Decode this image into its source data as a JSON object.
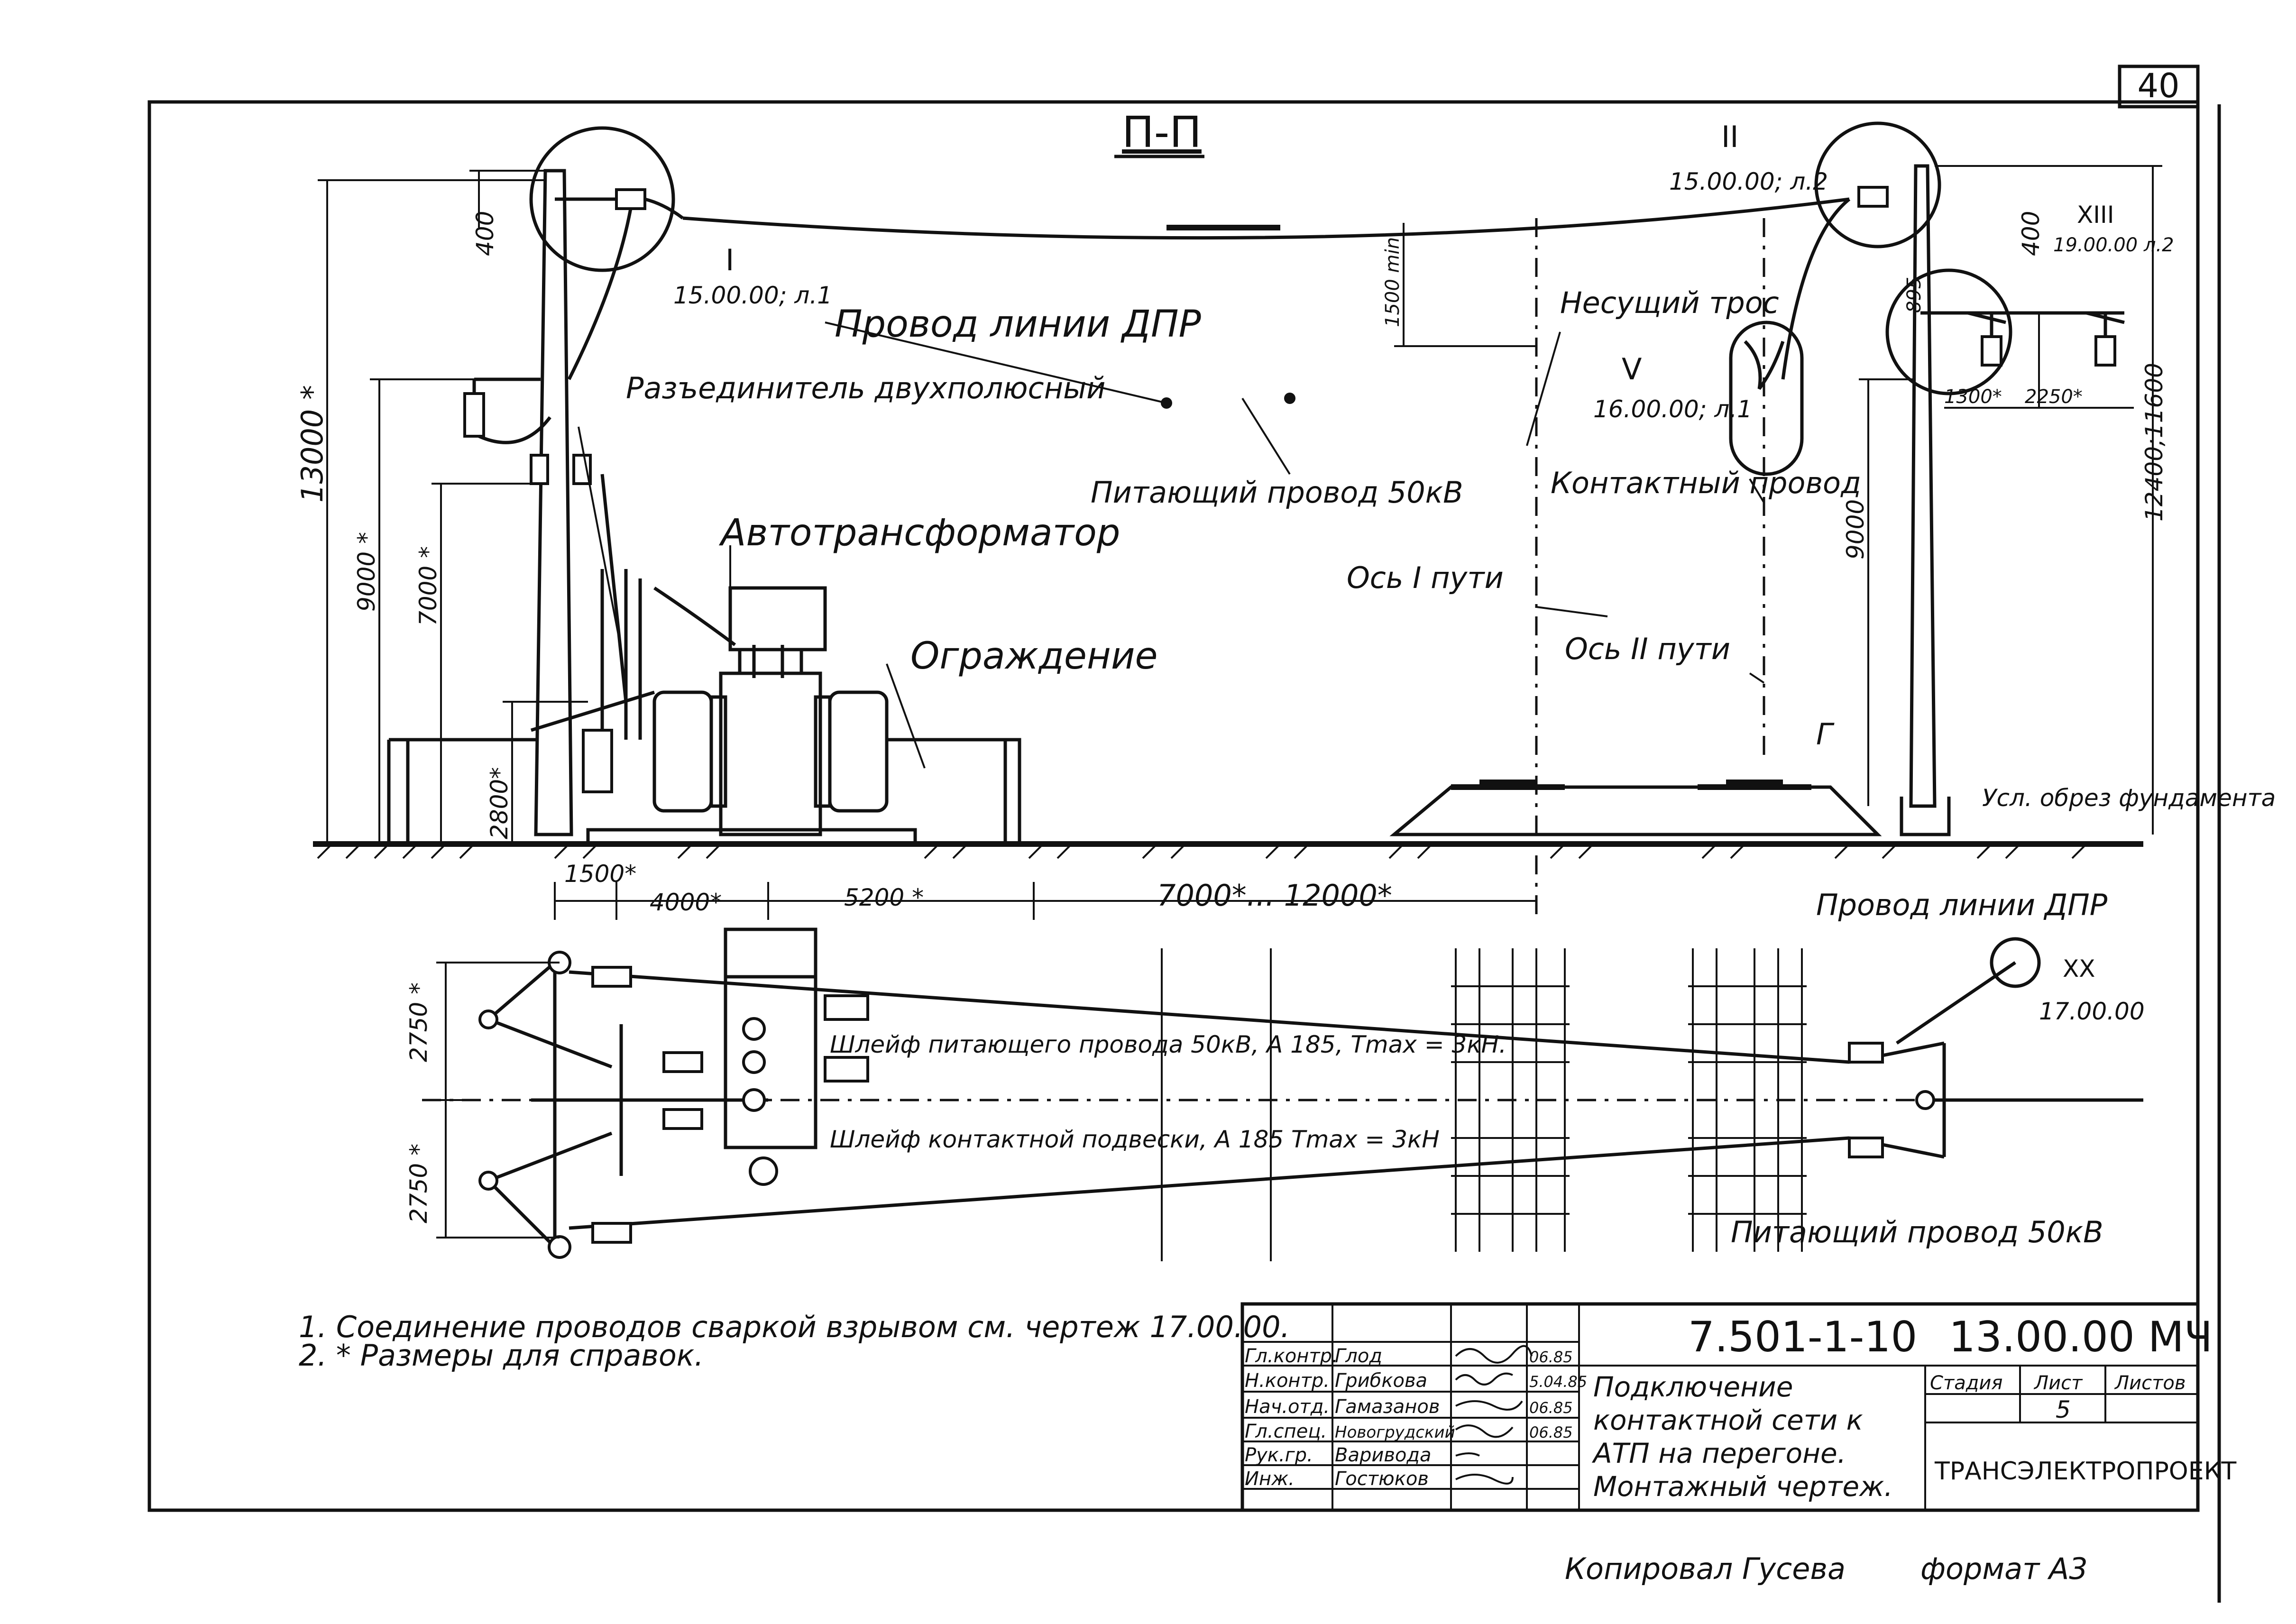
{
  "page_number": "40",
  "section_label": "П-П",
  "callouts": {
    "node_I": {
      "roman": "I",
      "ref": "15.00.00; л.1"
    },
    "node_II": {
      "roman": "II",
      "ref": "15.00.00; л.2"
    },
    "node_V": {
      "roman": "V",
      "ref": "16.00.00; л.1"
    },
    "node_XIII": {
      "roman": "XIII",
      "ref": "19.00.00 л.2"
    },
    "node_XX": {
      "roman": "XX",
      "ref": "17.00.00"
    }
  },
  "labels": {
    "dpr_line_wire": "Провод линии ДПР",
    "disconnector": "Разъединитель двухполюсный",
    "feeder_wire": "Питающий провод 50кВ",
    "autotransformer": "Автотрансформатор",
    "fence": "Ограждение",
    "messenger": "Несущий трос",
    "contact_wire": "Контактный провод",
    "axis_track_1": "Ось I пути",
    "axis_track_2": "Ось II пути",
    "gauge_letter": "Г",
    "foundation_cut": "Усл. обрез фундамента",
    "dpr_line_wire_plan": "Провод линии ДПР",
    "feeder_loop": "Шлейф питающего провода 50кВ, А 185, Тmax = 3кН.",
    "catenary_loop": "Шлейф контактной подвески, А 185 Тmax = 3кН",
    "feeder_wire_plan": "Питающий провод 50кВ"
  },
  "dimensions": {
    "d400_left": "400",
    "d13000": "13000 *",
    "d9000_left": "9000 *",
    "d7000": "7000 *",
    "d2800": "2800*",
    "d1500": "1500*",
    "d4000": "4000*",
    "d5200": "5200 *",
    "d7000_12000": "7000*... 12000*",
    "d1500_sag": "1500 min",
    "d400_right": "400",
    "d895": "895",
    "d1300": "1300*",
    "d2250": "2250*",
    "d9000_right": "9000",
    "d12400": "12400;11600",
    "d2750_top": "2750 *",
    "d2750_bot": "2750 *"
  },
  "notes": [
    "1. Соединение проводов сваркой взрывом см. чертеж 17.00.00.",
    "2. * Размеры для справок."
  ],
  "title_block": {
    "doc_number": "7.501-1-10",
    "sheet_code": "13.00.00 МЧ",
    "title": "Подключение контактной сети к АТП на перегоне. Монтажный чертеж.",
    "stage_header": "Стадия",
    "sheet_header": "Лист",
    "sheets_header": "Листов",
    "sheet_value": "5",
    "organization": "ТРАНСЭЛЕКТРОПРОЕКТ",
    "rows": [
      {
        "role": "Гл.контр.",
        "name": "Глод",
        "date": "06.85"
      },
      {
        "role": "Н.контр.",
        "name": "Грибкова",
        "date": "5.04.85"
      },
      {
        "role": "Нач.отд.",
        "name": "Гамазанов",
        "date": "06.85"
      },
      {
        "role": "Гл.спец.",
        "name": "Новогрудский",
        "date": "06.85"
      },
      {
        "role": "Рук.гр.",
        "name": "Варивода",
        "date": ""
      },
      {
        "role": "Инж.",
        "name": "Гостюков",
        "date": ""
      }
    ]
  },
  "footer": {
    "copied_by": "Копировал Гусева",
    "format": "формат А3"
  },
  "colors": {
    "ink": "#111111",
    "paper": "#ffffff"
  }
}
